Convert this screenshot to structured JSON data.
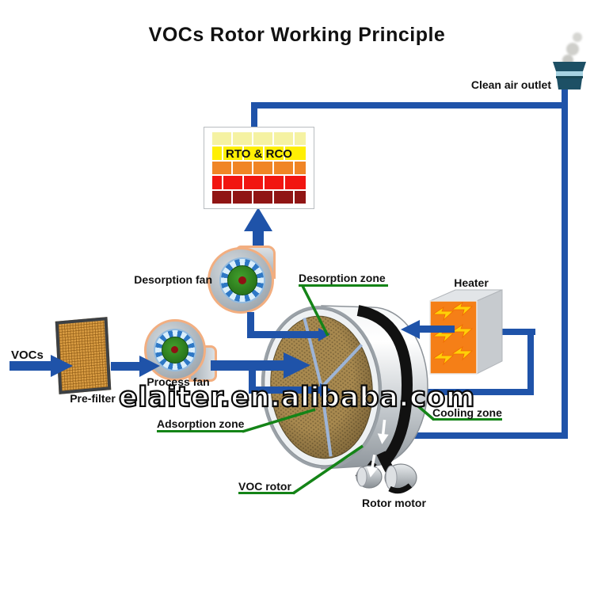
{
  "title": "VOCs Rotor Working Principle",
  "labels": {
    "clean_air_outlet": "Clean air outlet",
    "rto_rco": "RTO & RCO",
    "desorption_fan": "Desorption fan",
    "desorption_zone": "Desorption zone",
    "heater": "Heater",
    "vocs": "VOCs",
    "pre_filter": "Pre-filter",
    "process_fan": "Process fan",
    "adsorption_zone": "Adsorption zone",
    "cooling_zone": "Cooling zone",
    "voc_rotor": "VOC rotor",
    "rotor_motor": "Rotor motor"
  },
  "watermark": {
    "text": "elaiter.en.alibaba.com"
  },
  "colors": {
    "pipe_blue": "#1f53a9",
    "leader_green": "#148417",
    "rto_row_colors": [
      "#f5f2a2",
      "#ffef04",
      "#f08526",
      "#f11511",
      "#901514"
    ],
    "heater_front_orange": "#f57f17",
    "heater_arrow_yellow": "#ffd008",
    "rotor_face_tan": "#a8894f",
    "belt_black": "#111111",
    "fan_outline_tan": "#f2ae80",
    "fan_blade_blue": "#2e78c6",
    "fan_core_green": "#2c7a1c",
    "fan_hub_red": "#8e1113",
    "chimney_teal": "#1d5065",
    "prefilter_orange": "#d99c42"
  }
}
